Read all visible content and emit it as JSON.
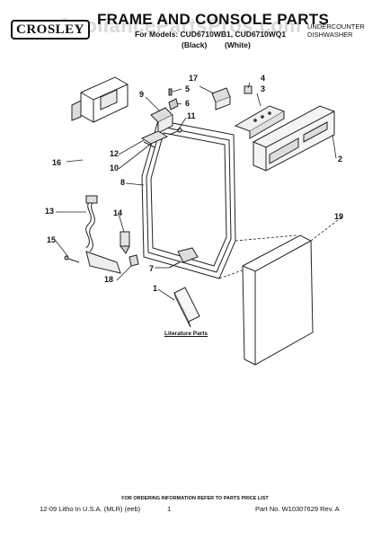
{
  "header": {
    "brand": "CROSLEY",
    "title": "FRAME AND CONSOLE PARTS",
    "models_line": "For Models: CUD6710WB1, CUD6710WQ1",
    "finish_black": "(Black)",
    "finish_white": "(White)",
    "product_line1": "UNDERCOUNTER",
    "product_line2": "DISHWASHER",
    "watermark": "AppliancePartsPros.com"
  },
  "callouts": [
    "1",
    "2",
    "3",
    "4",
    "5",
    "6",
    "7",
    "8",
    "9",
    "10",
    "11",
    "12",
    "13",
    "14",
    "15",
    "16",
    "17",
    "18",
    "19"
  ],
  "literature_label": "Literature Parts",
  "footer": {
    "ordering": "FOR ORDERING INFORMATION REFER TO PARTS PRICE LIST",
    "litho": "12-09 Litho In U.S.A. (MLR) (eeb)",
    "page": "1",
    "part_no": "Part No. W10307629 Rev. A"
  }
}
